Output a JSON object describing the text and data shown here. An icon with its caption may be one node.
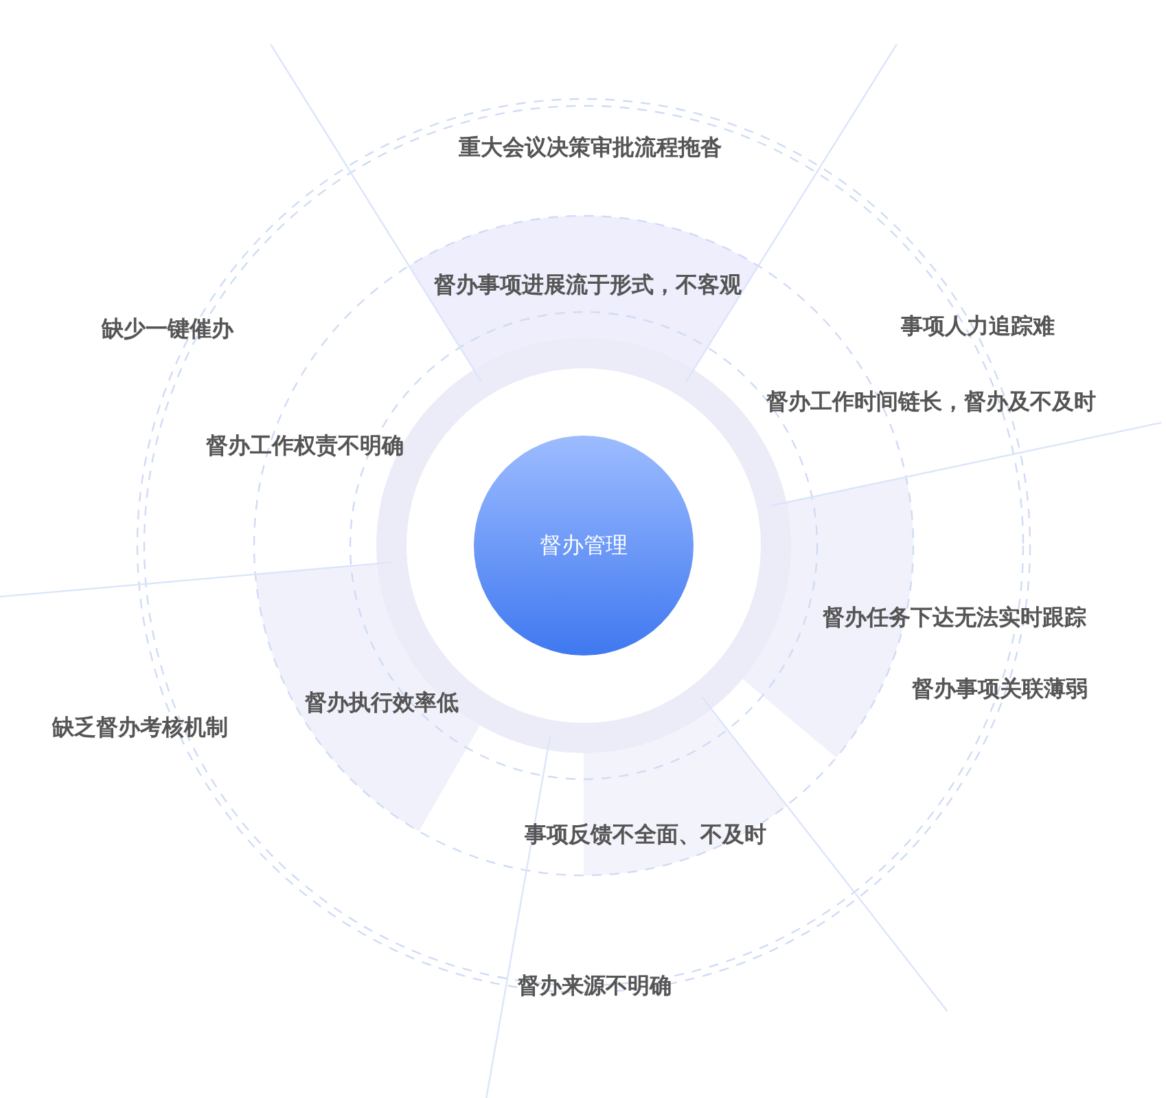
{
  "diagram": {
    "nodes": [
      {
        "text": [
          "督办管理"
        ]
      }
    ],
    "edges": [],
    "labels": [
      "重大会议决策审批流程拖沓",
      "督办事项进展流于形式，不客观",
      "缺少一键催办",
      "事项人力追踪难",
      "督办工作时间链长，督办及不及时",
      "督办工作权责不明确",
      "督办任务下达无法实时跟踪",
      "督办事项关联薄弱",
      "督办执行效率低",
      "缺乏督办考核机制",
      "事项反馈不全面、不及时",
      "督办来源不明确"
    ]
  }
}
